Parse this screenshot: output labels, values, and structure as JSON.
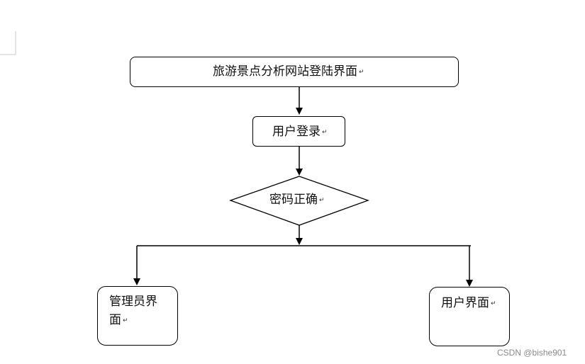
{
  "diagram": {
    "nodes": {
      "start": {
        "label": "旅游景点分析网站登陆界面"
      },
      "login": {
        "label": "用户登录"
      },
      "decision": {
        "label": "密码正确"
      },
      "admin": {
        "label_line1": "管理员界",
        "label_line2": "面"
      },
      "user": {
        "label": "用户界面"
      }
    },
    "paragraph_mark": "↵"
  },
  "watermark": "CSDN @bishe901"
}
